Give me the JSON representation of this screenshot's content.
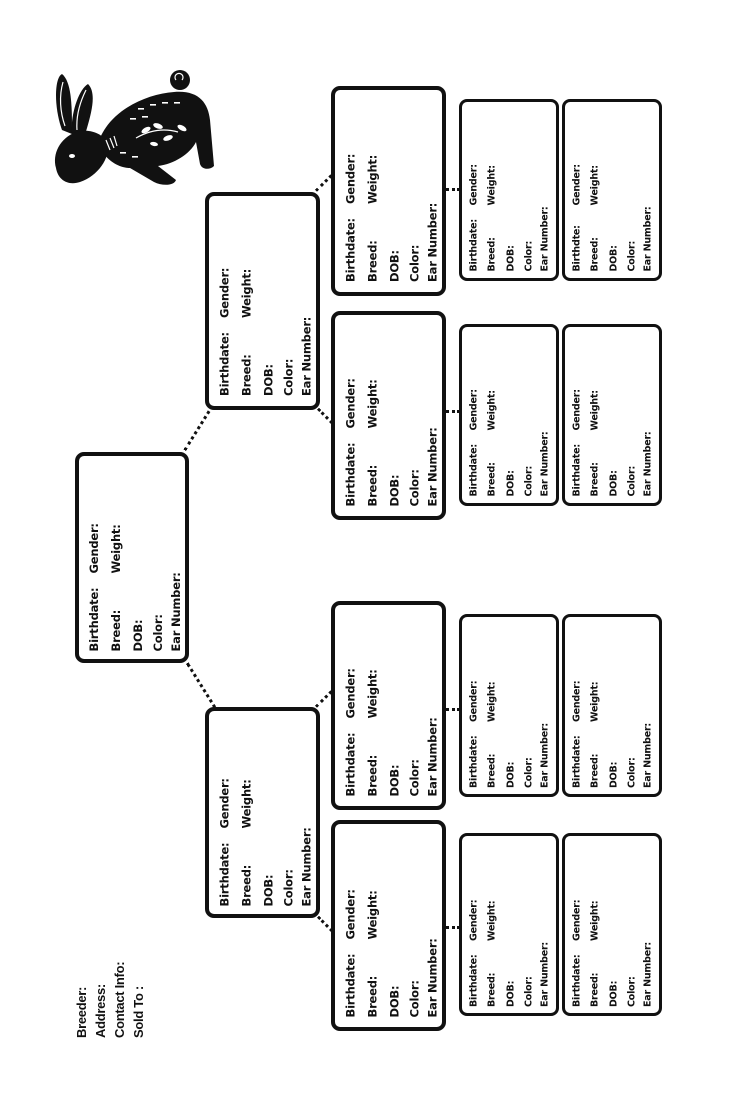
{
  "form": {
    "orientation": "rotated-90-ccw",
    "breeder_info": {
      "breeder_label": "Breeder:",
      "address_label": "Address:",
      "contact_label": "Contact Info:",
      "sold_to_label": "Sold To :"
    },
    "field_labels": {
      "birthdate": "Birthdate:",
      "breed": "Breed:",
      "dob": "DOB:",
      "color": "Color:",
      "ear_number": "Ear Number:",
      "gender": "Gender:",
      "weight": "Weight:"
    },
    "typo_labels": {
      "birthdate_typo": "Birthdte:"
    },
    "decoration": {
      "icon": "rabbit-illustration-icon"
    }
  },
  "boxes": {
    "main": {
      "birthdate": "Birthdate:",
      "breed": "Breed:",
      "dob": "DOB:",
      "color": "Color:",
      "ear": "Ear Number:",
      "gender": "Gender:",
      "weight": "Weight:"
    },
    "parent_top": {
      "birthdate": "Birthdate:",
      "breed": "Breed:",
      "dob": "DOB:",
      "color": "Color:",
      "ear": "Ear Number:",
      "gender": "Gender:",
      "weight": "Weight:"
    },
    "parent_bottom": {
      "birthdate": "Birthdate:",
      "breed": "Breed:",
      "dob": "DOB:",
      "color": "Color:",
      "ear": "Ear Number:",
      "gender": "Gender:",
      "weight": "Weight:"
    },
    "gp1": {
      "birthdate": "Birthdate:",
      "breed": "Breed:",
      "dob": "DOB:",
      "color": "Color:",
      "ear": "Ear Number:",
      "gender": "Gender:",
      "weight": "Weight:"
    },
    "gp2": {
      "birthdate": "Birthdate:",
      "breed": "Breed:",
      "dob": "DOB:",
      "color": "Color:",
      "ear": "Ear Number:",
      "gender": "Gender:",
      "weight": "Weight:"
    },
    "gp3": {
      "birthdate": "Birthdate:",
      "breed": "Breed:",
      "dob": "DOB:",
      "color": "Color:",
      "ear": "Ear Number:",
      "gender": "Gender:",
      "weight": "Weight:"
    },
    "gp4": {
      "birthdate": "Birthdate:",
      "breed": "Breed:",
      "dob": "DOB:",
      "color": "Color:",
      "ear": "Ear Number:",
      "gender": "Gender:",
      "weight": "Weight:"
    },
    "ggp1": {
      "birthdate": "Birthdate:",
      "breed": "Breed:",
      "dob": "DOB:",
      "color": "Color:",
      "ear": "Ear Number:",
      "gender": "Gender:",
      "weight": "Weight:"
    },
    "ggp2": {
      "birthdate": "Birthdte:",
      "breed": "Breed:",
      "dob": "DOB:",
      "color": "Color:",
      "ear": "Ear Number:",
      "gender": "Gender:",
      "weight": "Weight:"
    },
    "ggp3": {
      "birthdate": "Birthdate:",
      "breed": "Breed:",
      "dob": "DOB:",
      "color": "Color:",
      "ear": "Ear Number:",
      "gender": "Gender:",
      "weight": "Weight:"
    },
    "ggp4": {
      "birthdate": "Birthdate:",
      "breed": "Breed:",
      "dob": "DOB:",
      "color": "Color:",
      "ear": "Ear Number:",
      "gender": "Gender:",
      "weight": "Weight:"
    },
    "ggp5": {
      "birthdate": "Birthdate:",
      "breed": "Breed:",
      "dob": "DOB:",
      "color": "Color:",
      "ear": "Ear Number:",
      "gender": "Gender:",
      "weight": "Weight:"
    },
    "ggp6": {
      "birthdate": "Birthdate:",
      "breed": "Breed:",
      "dob": "DOB:",
      "color": "Color:",
      "ear": "Ear Number:",
      "gender": "Gender:",
      "weight": "Weight:"
    },
    "ggp7": {
      "birthdate": "Birthdate:",
      "breed": "Breed:",
      "dob": "DOB:",
      "color": "Color:",
      "ear": "Ear Number:",
      "gender": "Gender:",
      "weight": "Weight:"
    },
    "ggp8": {
      "birthdate": "Birthdate:",
      "breed": "Breed:",
      "dob": "DOB:",
      "color": "Color:",
      "ear": "Ear Number:",
      "gender": "Gender:",
      "weight": "Weight:"
    }
  },
  "colors": {
    "ink": "#111111",
    "paper": "#ffffff"
  }
}
